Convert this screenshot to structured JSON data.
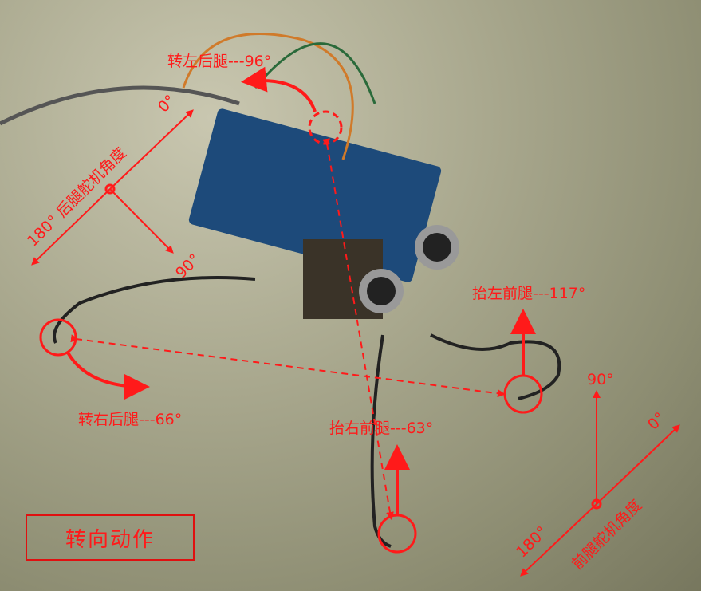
{
  "annotations": {
    "turn_left_rear": "转左后腿---96°",
    "turn_right_rear": "转右后腿---66°",
    "lift_left_front": "抬左前腿---117°",
    "lift_right_front": "抬右前腿---63°",
    "rear_servo_angle": "180° 后腿舵机角度",
    "rear_0": "0°",
    "rear_90": "90°",
    "front_servo_angle": "前腿舵机角度",
    "front_180": "180°",
    "front_0": "0°",
    "front_90": "90°"
  },
  "title_box": "转向动作",
  "colors": {
    "annotation": "#ff1a1a"
  }
}
